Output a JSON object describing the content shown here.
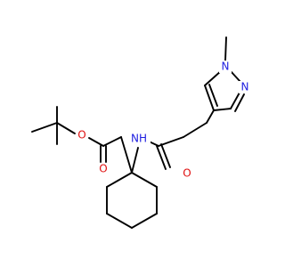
{
  "molecule": {
    "atoms": {
      "o_ester": "O",
      "o_carbonyl_ester": "O",
      "nh": "NH",
      "o_amide": "O",
      "n_pyrazole_1": "N",
      "n_pyrazole_2": "N"
    },
    "colors": {
      "bond": "#000000",
      "oxygen": "#e01010",
      "nitrogen": "#2020e0",
      "background": "#ffffff"
    }
  }
}
